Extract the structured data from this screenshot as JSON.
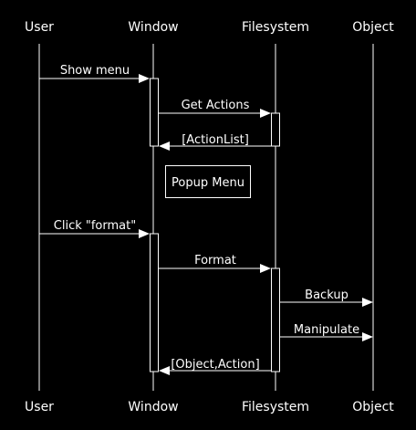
{
  "participants": [
    {
      "name": "User"
    },
    {
      "name": "Window"
    },
    {
      "name": "Filesystem"
    },
    {
      "name": "Object"
    }
  ],
  "messages": [
    {
      "from": "User",
      "to": "Window",
      "label": "Show menu"
    },
    {
      "from": "Window",
      "to": "Filesystem",
      "label": "Get Actions"
    },
    {
      "from": "Filesystem",
      "to": "Window",
      "label": "[ActionList]"
    },
    {
      "from": "User",
      "to": "Window",
      "label": "Click \"format\""
    },
    {
      "from": "Window",
      "to": "Filesystem",
      "label": "Format"
    },
    {
      "from": "Filesystem",
      "to": "Object",
      "label": "Backup"
    },
    {
      "from": "Filesystem",
      "to": "Object",
      "label": "Manipulate"
    },
    {
      "from": "Filesystem",
      "to": "Window",
      "label": "[Object,Action]"
    }
  ],
  "note": {
    "text": "Popup Menu"
  },
  "colors": {
    "background": "#000000",
    "foreground": "#ffffff"
  }
}
